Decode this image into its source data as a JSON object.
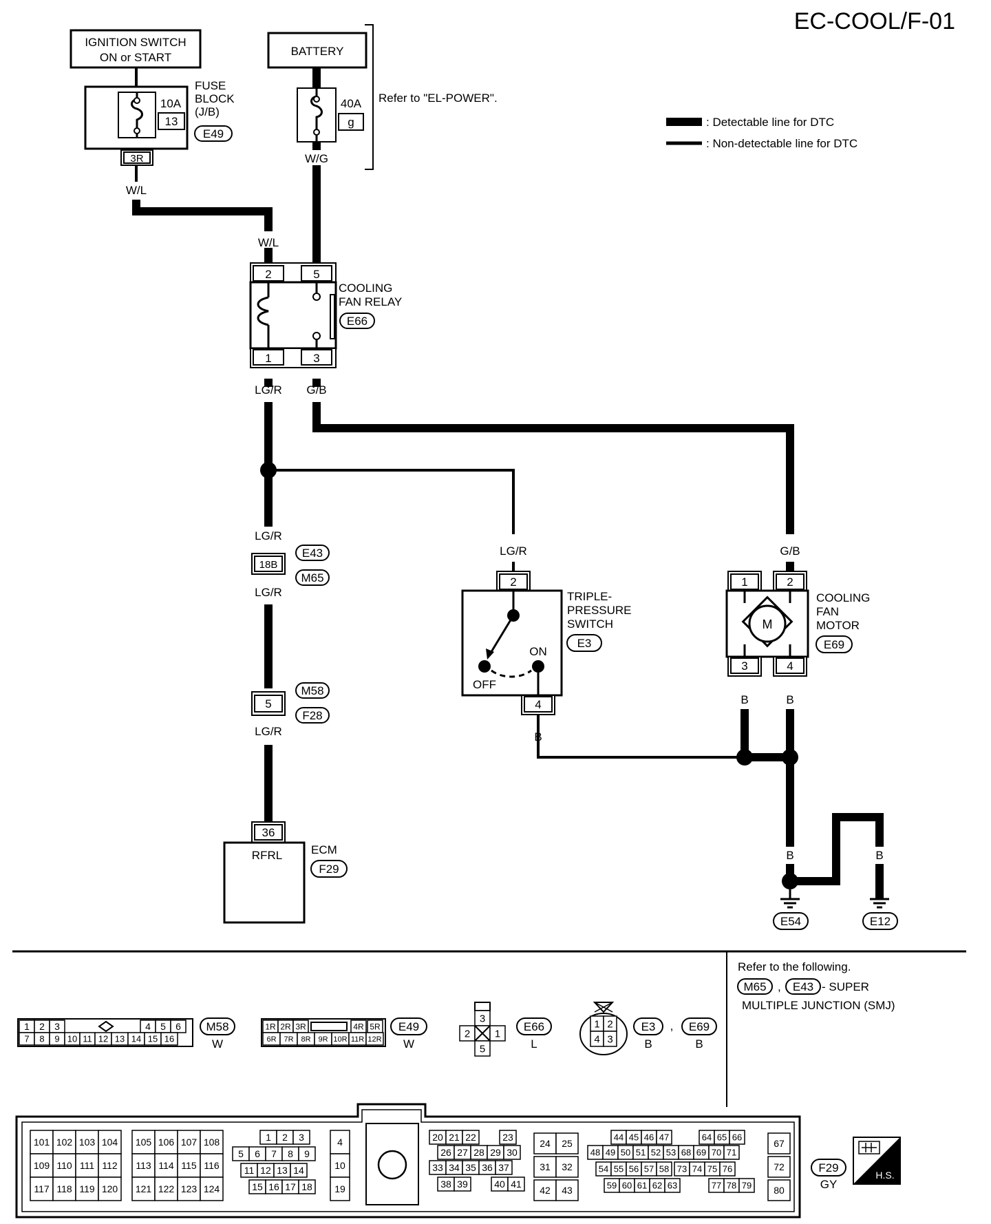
{
  "page_id": "EC-COOL/F-01",
  "legend": {
    "detectable": ": Detectable line for DTC",
    "non_detectable": ": Non-detectable line for DTC"
  },
  "power": {
    "ignition_line1": "IGNITION SWITCH",
    "ignition_line2": "ON or START",
    "battery": "BATTERY",
    "refer_power": "Refer to \"EL-POWER\"."
  },
  "fuse_block": {
    "label1": "FUSE",
    "label2": "BLOCK",
    "label3": "(J/B)",
    "rating": "10A",
    "number": "13",
    "connector": "E49",
    "terminal": "3R"
  },
  "fusible_link": {
    "rating": "40A",
    "letter": "g"
  },
  "relay": {
    "label1": "COOLING",
    "label2": "FAN RELAY",
    "connector": "E66",
    "pin_2": "2",
    "pin_5": "5",
    "pin_1": "1",
    "pin_3": "3"
  },
  "wires": {
    "wl_top": "W/L",
    "wl_relay": "W/L",
    "wg": "W/G",
    "lgr_relay": "LG/R",
    "gb_relay": "G/B",
    "lgr_e43_top": "LG/R",
    "lgr_e43_bottom": "LG/R",
    "lgr_f28": "LG/R",
    "lgr_switch": "LG/R",
    "gb_motor": "G/B",
    "b_switch": "B",
    "b_motor_3": "B",
    "b_motor_4": "B",
    "b_ground_1": "B",
    "b_ground_2": "B",
    "b_ground_3": "B"
  },
  "joints": {
    "smj": {
      "pin": "18B",
      "conn_a": "E43",
      "conn_b": "M65"
    },
    "f28": {
      "pin": "5",
      "conn_a": "M58",
      "conn_b": "F28"
    }
  },
  "ecm": {
    "pin": "36",
    "signal": "RFRL",
    "label": "ECM",
    "connector": "F29"
  },
  "switch": {
    "label1": "TRIPLE-",
    "label2": "PRESSURE",
    "label3": "SWITCH",
    "connector": "E3",
    "pin_top": "2",
    "pin_bottom": "4",
    "on": "ON",
    "off": "OFF"
  },
  "motor": {
    "label1": "COOLING",
    "label2": "FAN",
    "label3": "MOTOR",
    "connector": "E69",
    "symbol": "M",
    "pin_1": "1",
    "pin_2": "2",
    "pin_3": "3",
    "pin_4": "4"
  },
  "grounds": {
    "g1": "E54",
    "g2": "E12"
  },
  "refer_note": {
    "line1": "Refer to the following.",
    "conn_a": "M65",
    "sep": ",",
    "conn_b": "E43",
    "suffix": "- SUPER",
    "line3": "MULTIPLE JUNCTION (SMJ)"
  },
  "connectors": {
    "m58": {
      "id": "M58",
      "color": "W",
      "row1": [
        "1",
        "2",
        "3",
        "4",
        "5",
        "6"
      ],
      "row2": [
        "7",
        "8",
        "9",
        "10",
        "11",
        "12",
        "13",
        "14",
        "15",
        "16"
      ]
    },
    "e49": {
      "id": "E49",
      "color": "W",
      "row1": [
        "1R",
        "2R",
        "3R",
        "4R",
        "5R"
      ],
      "row2": [
        "6R",
        "7R",
        "8R",
        "9R",
        "10R",
        "11R",
        "12R"
      ]
    },
    "e66": {
      "id": "E66",
      "color": "L",
      "pins": [
        "3",
        "2",
        "1",
        "5"
      ]
    },
    "e3e69": {
      "id_a": "E3",
      "id_b": "E69",
      "sep": ",",
      "color_a": "B",
      "color_b": "B",
      "pins": [
        "1",
        "2",
        "4",
        "3"
      ]
    },
    "f29": {
      "id": "F29",
      "color": "GY",
      "hs": "H.S.",
      "block_a": [
        [
          "101",
          "102",
          "103",
          "104"
        ],
        [
          "109",
          "110",
          "111",
          "112"
        ],
        [
          "117",
          "118",
          "119",
          "120"
        ]
      ],
      "block_b": [
        [
          "105",
          "106",
          "107",
          "108"
        ],
        [
          "113",
          "114",
          "115",
          "116"
        ],
        [
          "121",
          "122",
          "123",
          "124"
        ]
      ],
      "block_c": [
        [
          "1",
          "2",
          "3"
        ],
        [
          "5",
          "6",
          "7",
          "8",
          "9"
        ],
        [
          "11",
          "12",
          "13",
          "14"
        ],
        [
          "15",
          "16",
          "17",
          "18"
        ]
      ],
      "block_d": [
        "4",
        "10",
        "19"
      ],
      "block_e": [
        [
          "20",
          "21",
          "22",
          "23"
        ],
        [
          "26",
          "27",
          "28",
          "29",
          "30"
        ],
        [
          "33",
          "34",
          "35",
          "36",
          "37"
        ],
        [
          "38",
          "39",
          "40",
          "41"
        ]
      ],
      "block_f": [
        [
          "24",
          "25"
        ],
        [
          "31",
          "32"
        ],
        [
          "42",
          "43"
        ]
      ],
      "block_g": [
        [
          "44",
          "45",
          "46",
          "47",
          "64",
          "65",
          "66"
        ],
        [
          "48",
          "49",
          "50",
          "51",
          "52",
          "53",
          "68",
          "69",
          "70",
          "71"
        ],
        [
          "54",
          "55",
          "56",
          "57",
          "58",
          "73",
          "74",
          "75",
          "76"
        ],
        [
          "59",
          "60",
          "61",
          "62",
          "63",
          "77",
          "78",
          "79"
        ]
      ],
      "block_h": [
        "67",
        "72",
        "80"
      ]
    }
  }
}
